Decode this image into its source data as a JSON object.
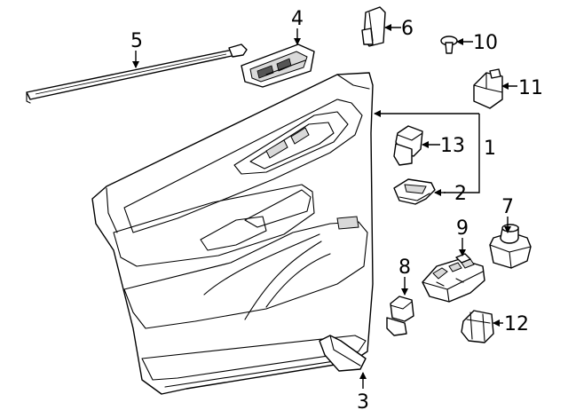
{
  "callouts": [
    {
      "id": "1",
      "text": "1"
    },
    {
      "id": "2",
      "text": "2"
    },
    {
      "id": "3",
      "text": "3"
    },
    {
      "id": "4",
      "text": "4"
    },
    {
      "id": "5",
      "text": "5"
    },
    {
      "id": "6",
      "text": "6"
    },
    {
      "id": "7",
      "text": "7"
    },
    {
      "id": "8",
      "text": "8"
    },
    {
      "id": "9",
      "text": "9"
    },
    {
      "id": "10",
      "text": "10"
    },
    {
      "id": "11",
      "text": "11"
    },
    {
      "id": "12",
      "text": "12"
    },
    {
      "id": "13",
      "text": "13"
    }
  ],
  "colors": {
    "line": "#000000",
    "fill": "#ffffff",
    "shade": "#d9d9d9"
  }
}
